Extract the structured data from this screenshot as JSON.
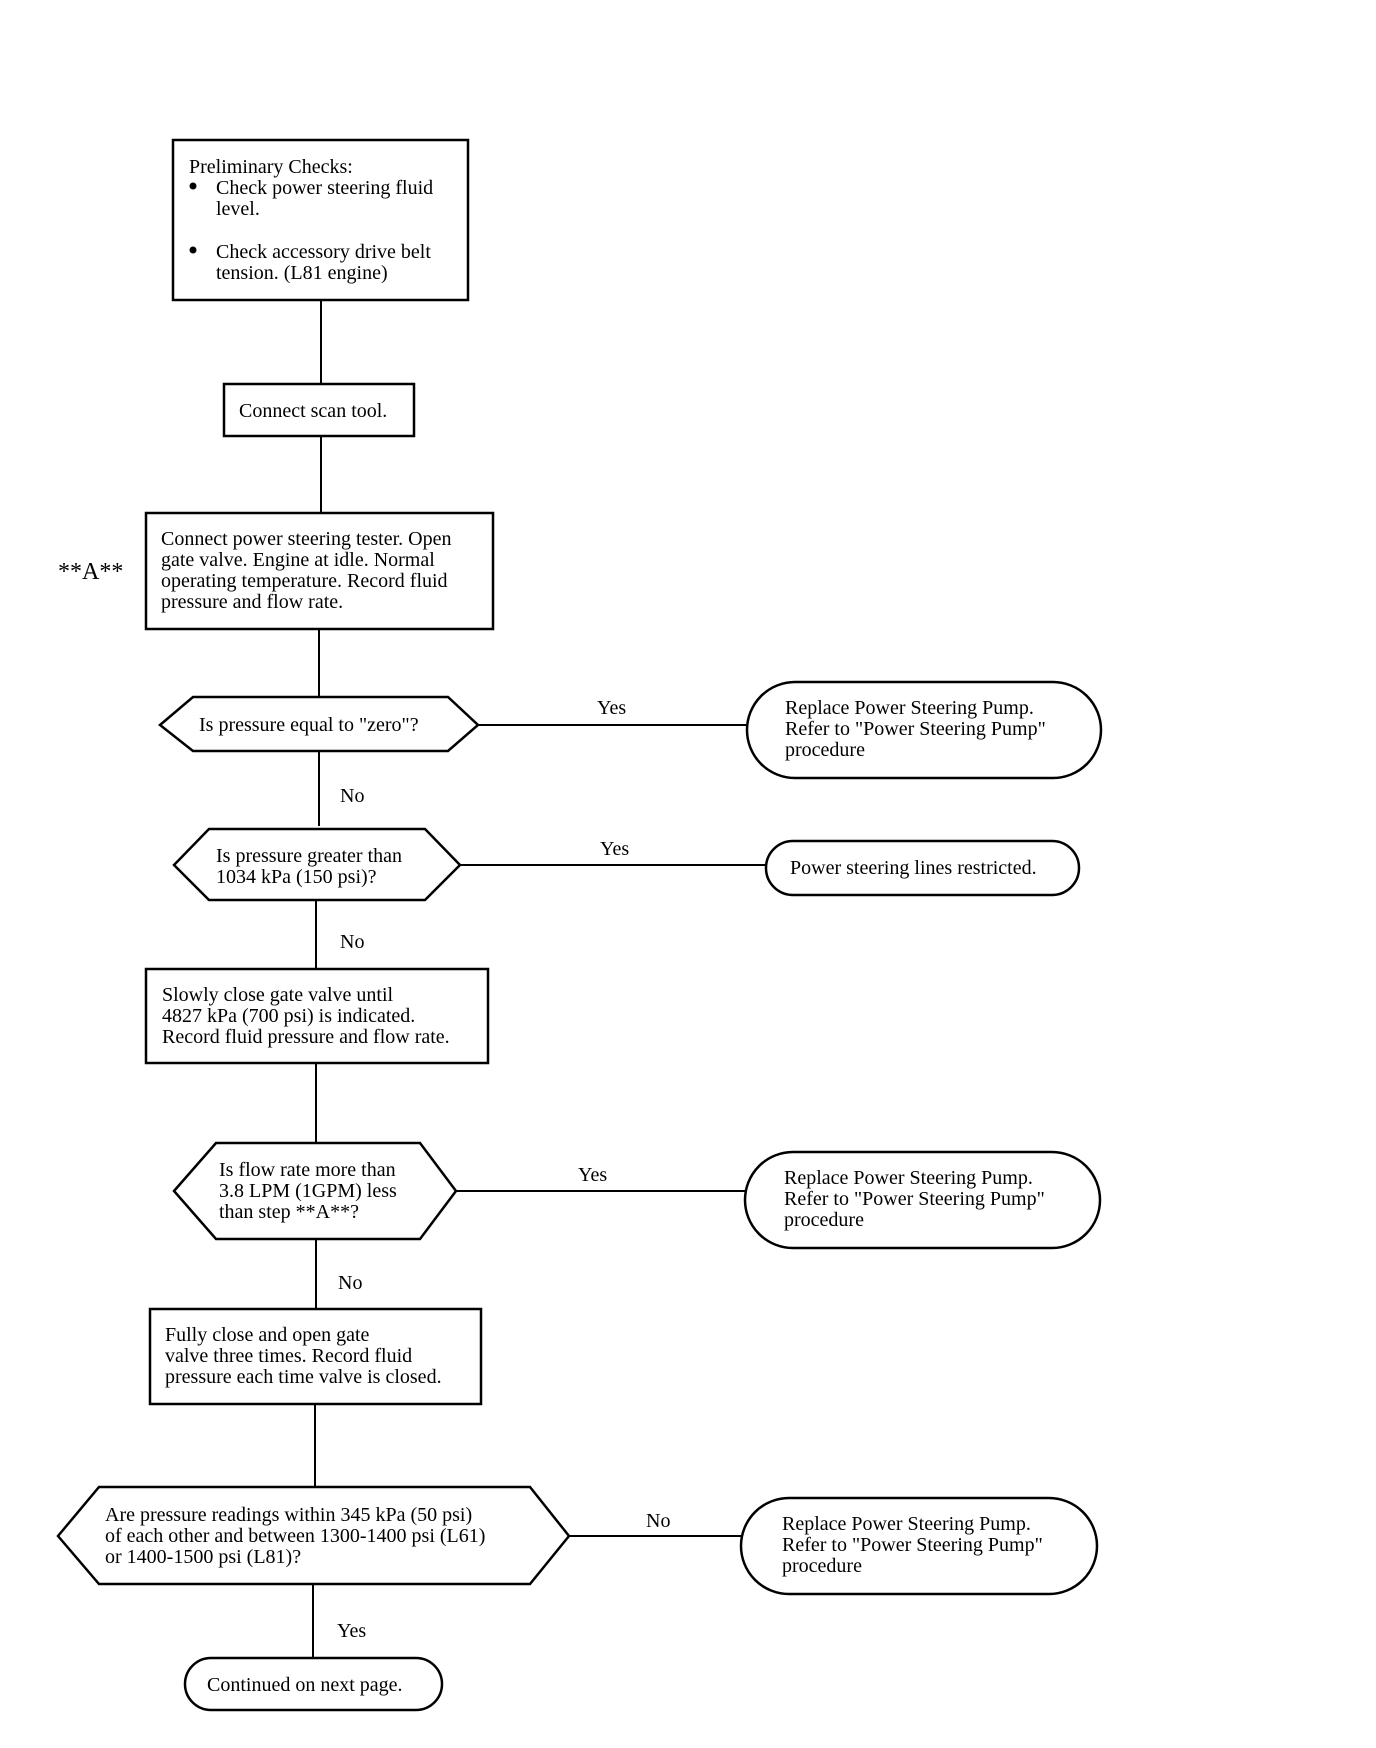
{
  "step_marker": "**A**",
  "preliminary": {
    "heading": "Preliminary Checks:",
    "bullets": [
      [
        "Check power steering fluid",
        "level."
      ],
      [
        "Check accessory drive belt",
        "tension. (L81 engine)"
      ]
    ]
  },
  "connect_scan": [
    "Connect scan tool."
  ],
  "connect_tester": [
    "Connect power steering tester. Open",
    "gate valve. Engine at idle. Normal",
    "operating temperature. Record fluid",
    "pressure and flow rate."
  ],
  "q_zero": [
    "Is pressure equal to \"zero\"?"
  ],
  "q_zero_yes": "Yes",
  "q_zero_no": "No",
  "replace_pump_1": [
    "Replace Power Steering Pump.",
    "Refer to \"Power Steering Pump\"",
    "procedure"
  ],
  "q_greater": [
    "Is pressure greater than",
    "1034 kPa (150 psi)?"
  ],
  "q_greater_yes": "Yes",
  "q_greater_no": "No",
  "lines_restricted": [
    "Power steering lines restricted."
  ],
  "close_gate": [
    "Slowly close gate valve until",
    "4827 kPa (700 psi) is indicated.",
    "Record fluid pressure and flow rate."
  ],
  "q_flow": [
    "Is flow rate more than",
    "3.8 LPM (1GPM) less",
    "than step **A**?"
  ],
  "q_flow_yes": "Yes",
  "q_flow_no": "No",
  "replace_pump_2": [
    "Replace Power Steering Pump.",
    "Refer to \"Power Steering Pump\"",
    "procedure"
  ],
  "fully_close": [
    "Fully close and open gate",
    "valve three times. Record fluid",
    "pressure each time valve is closed."
  ],
  "q_readings": [
    "Are pressure readings within 345 kPa (50 psi)",
    "of each other and between 1300-1400 psi (L61)",
    "or 1400-1500 psi (L81)?"
  ],
  "q_readings_no": "No",
  "q_readings_yes": "Yes",
  "replace_pump_3": [
    "Replace Power Steering Pump.",
    "Refer to \"Power Steering Pump\"",
    "procedure"
  ],
  "continued": [
    "Continued on next page."
  ]
}
